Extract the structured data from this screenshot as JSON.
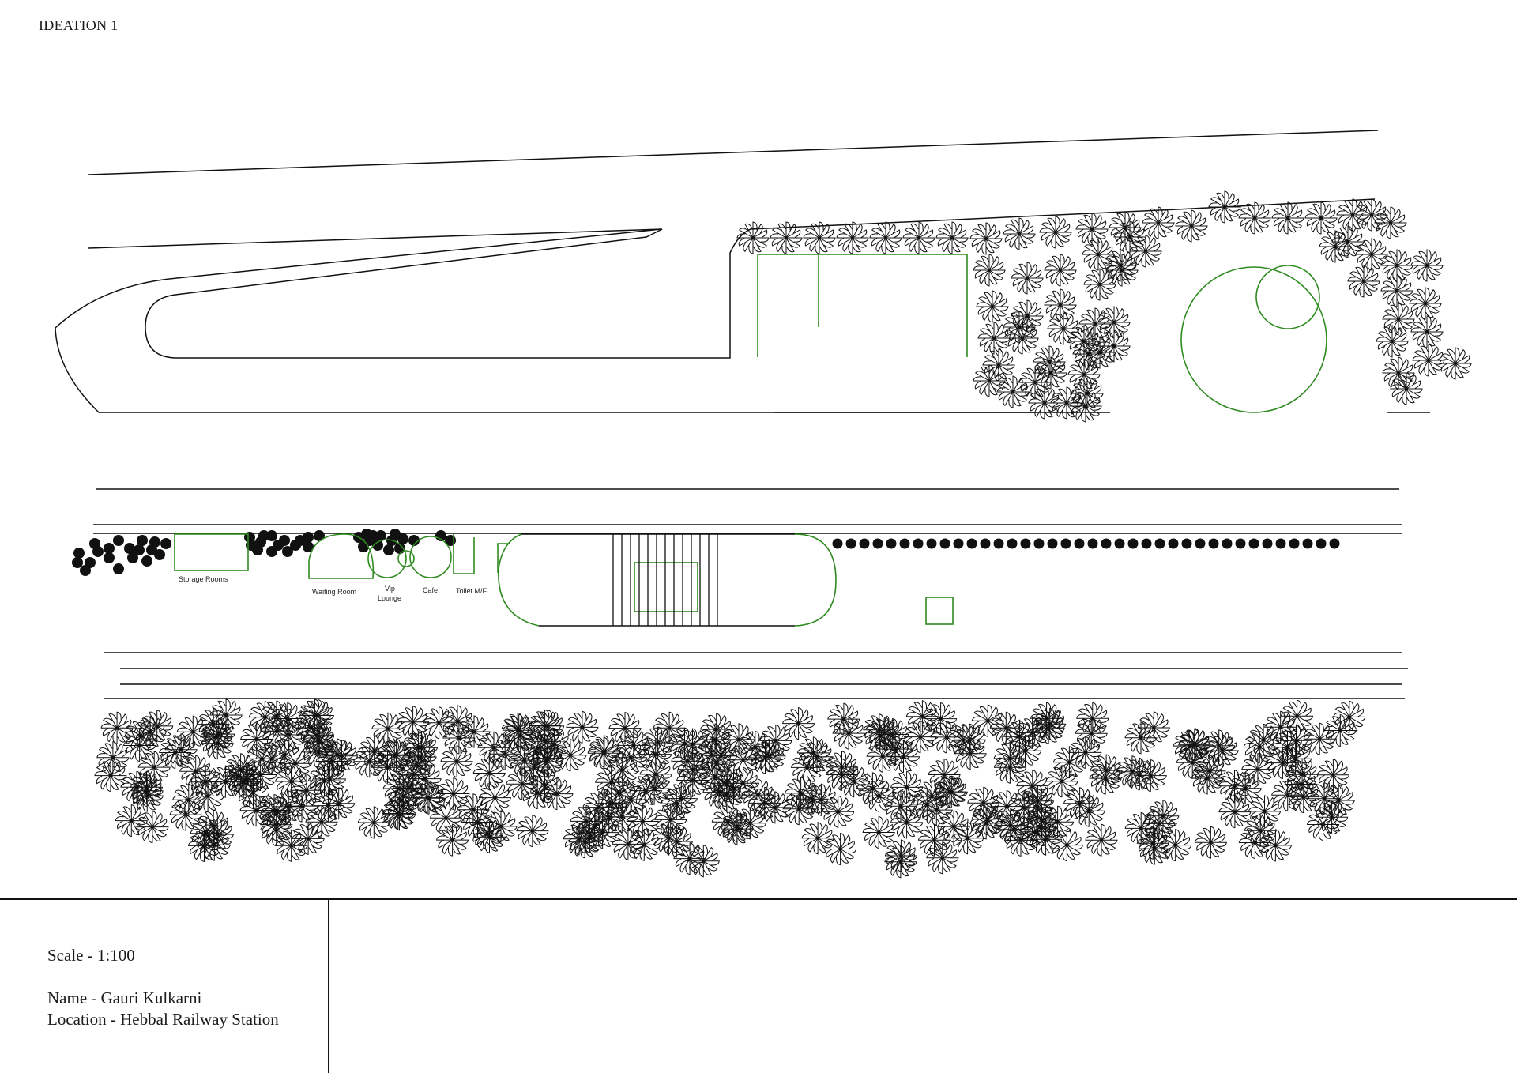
{
  "sheet": {
    "title": "IDEATION 1"
  },
  "labels": {
    "storage": "Storage Rooms",
    "waiting": "Waiting Room",
    "vip_line1": "Vip",
    "vip_line2": "Lounge",
    "cafe": "Cafe",
    "toilet": "Toilet M/F"
  },
  "info": {
    "scale": "Scale - 1:100",
    "name": "Name - Gauri Kulkarni",
    "location": "Location - Hebbal Railway Station"
  },
  "colors": {
    "line": "#111111",
    "accent": "#2e8b1f"
  }
}
